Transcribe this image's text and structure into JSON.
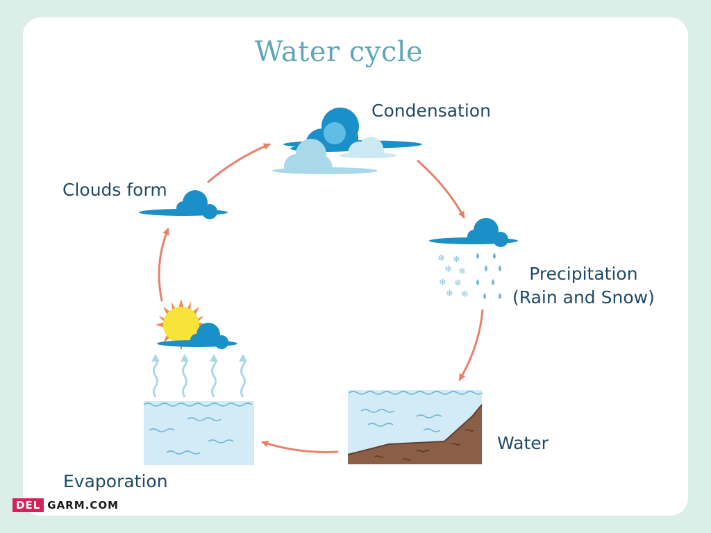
{
  "title": "Water cycle",
  "stages": {
    "condensation": "Condensation",
    "clouds_form": "Clouds form",
    "precipitation_line1": "Precipitation",
    "precipitation_line2": "(Rain and Snow)",
    "water": "Water",
    "evaporation": "Evaporation"
  },
  "watermark": {
    "left": "DEL",
    "right": "GARM.COM"
  },
  "colors": {
    "background": "#dbeee8",
    "card": "#ffffff",
    "title": "#5ea6b8",
    "label": "#1f4a66",
    "arrow": "#e8806a",
    "cloud_dark": "#1b8fc7",
    "cloud_light": "#a9d8ea",
    "water": "#d3ebf6",
    "soil": "#8b5e46",
    "sun": "#f7e33a",
    "sun_rays": "#f08a4a",
    "watermark_accent": "#d0245a"
  }
}
